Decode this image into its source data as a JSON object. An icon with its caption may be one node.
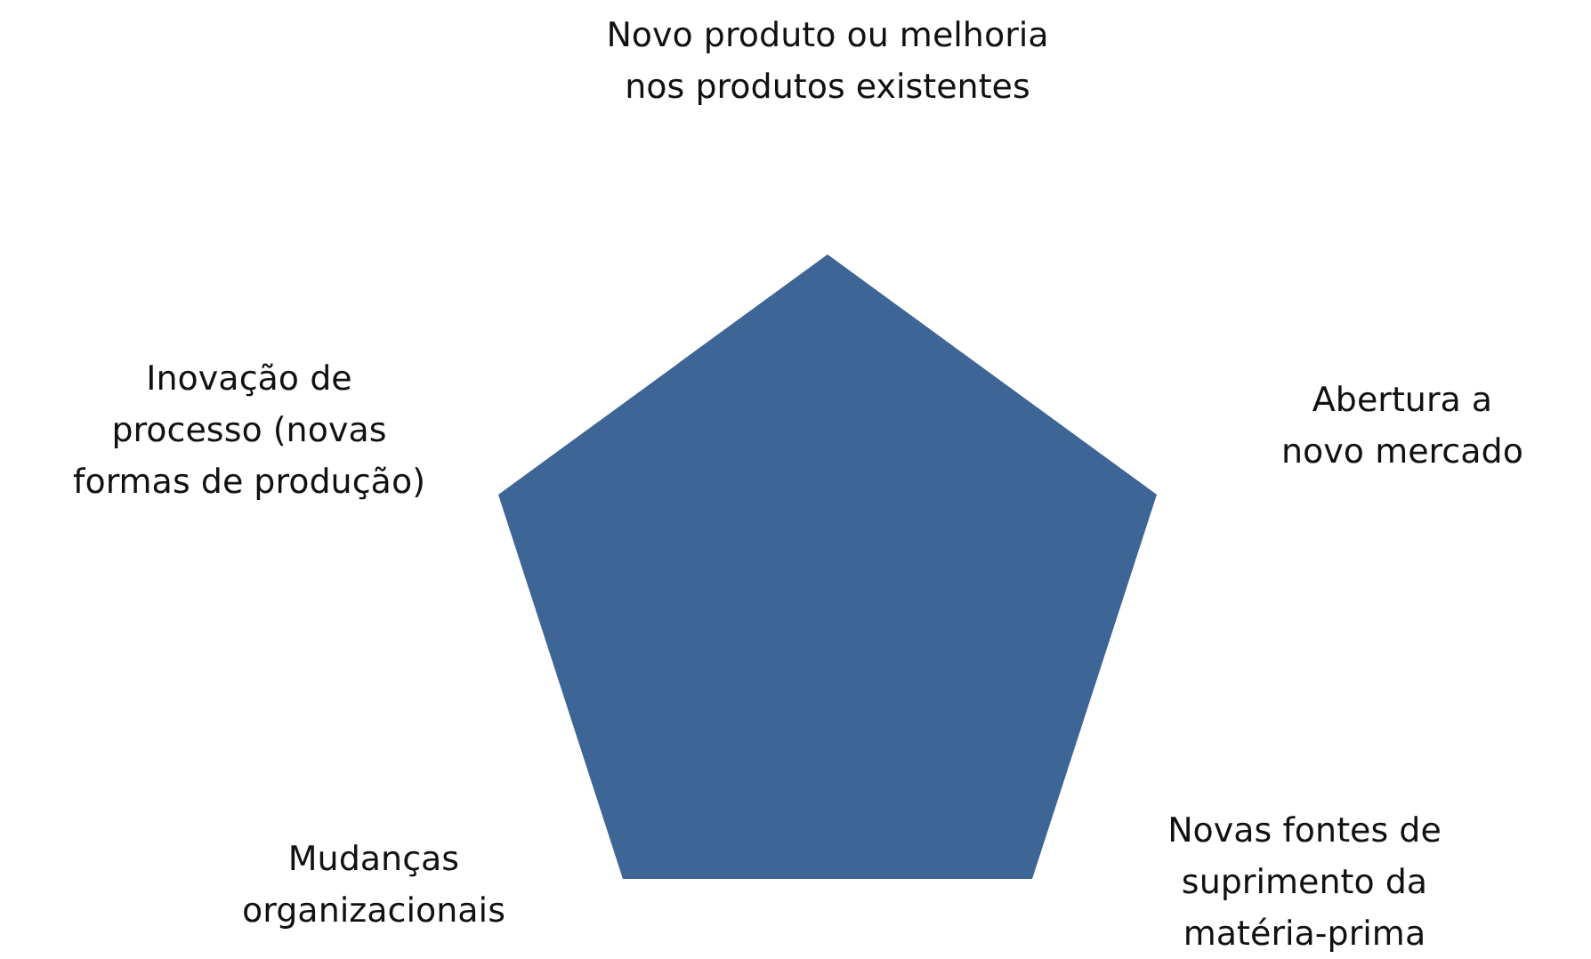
{
  "diagram": {
    "nodes": [
      {
        "text": [],
        "shape": "pentagon"
      }
    ],
    "labels": [
      "Novo produto ou melhoria nos produtos existentes",
      "Inovação de processo (novas formas de produção)",
      "Abertura a novo mercado",
      "Mudanças organizacionais",
      "Novas fontes de suprimento da matéria-prima"
    ]
  }
}
